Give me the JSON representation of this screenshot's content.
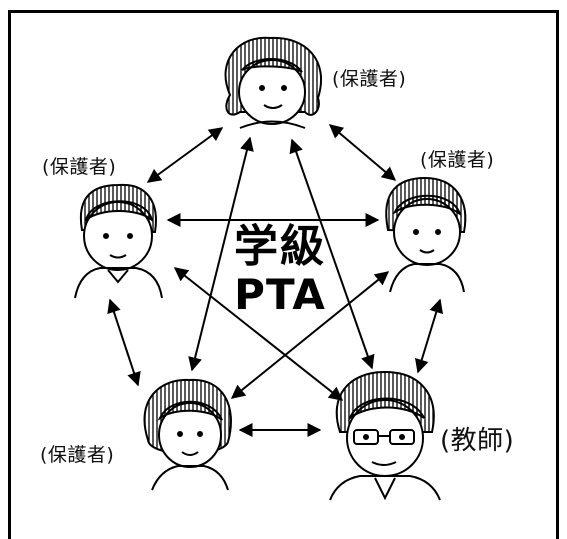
{
  "center": {
    "line1": "学級",
    "line2": "PTA"
  },
  "labels": {
    "parent_top": "(保護者)",
    "parent_left": "(保護者)",
    "parent_right": "(保護者)",
    "parent_bottom": "(保護者)",
    "teacher": "(教師)"
  },
  "colors": {
    "ink": "#000000",
    "background": "#ffffff"
  }
}
